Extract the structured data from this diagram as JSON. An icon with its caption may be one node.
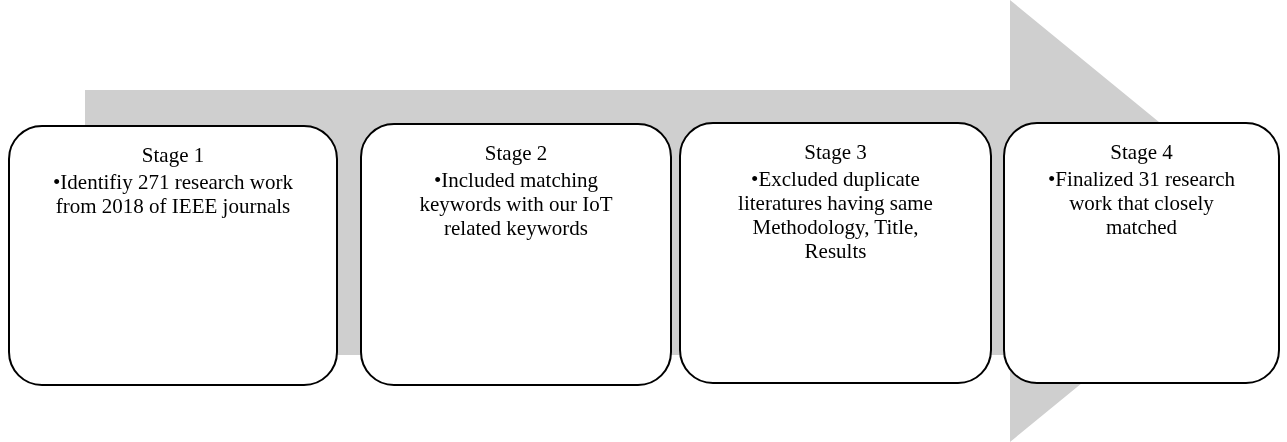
{
  "diagram": {
    "nodes": [
      {
        "text": [
          "Stage 1",
          "•Identifiy 271 research work from 2018 of IEEE journals"
        ]
      },
      {
        "text": [
          "Stage 2",
          "•Included matching keywords with our IoT related keywords"
        ]
      },
      {
        "text": [
          "Stage 3",
          "•Excluded duplicate literatures having same Methodology, Title, Results"
        ]
      },
      {
        "text": [
          "Stage 4",
          "•Finalized 31 research work that closely matched"
        ]
      }
    ],
    "edges": [
      {
        "from": 0,
        "to": 3,
        "arrow": "to"
      }
    ]
  }
}
